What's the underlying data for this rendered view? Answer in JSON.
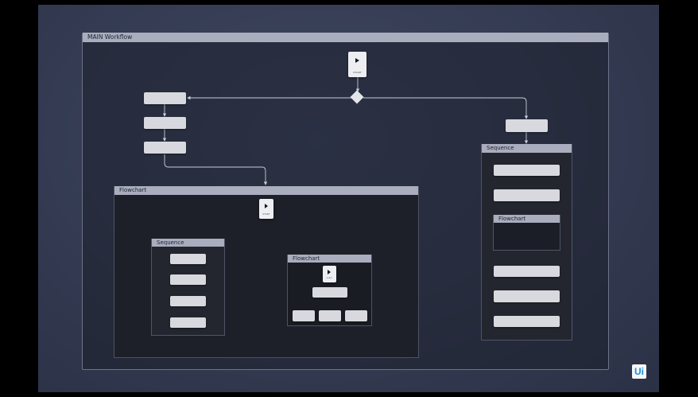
{
  "main": {
    "title": "MAIN Workflow"
  },
  "start_label": "START",
  "flowchart_outer": {
    "title": "Flowchart"
  },
  "sequence_left": {
    "title": "Sequence"
  },
  "flowchart_inner": {
    "title": "Flowchart"
  },
  "sequence_right": {
    "title": "Sequence"
  },
  "flowchart_nested_right": {
    "title": "Flowchart"
  },
  "logo": {
    "text": "Ui",
    "color": "#1f8ad8"
  },
  "colors": {
    "background": "#343b52",
    "header": "#a9adbd",
    "activity": "#d8d9de",
    "wire": "#c9ccd6"
  }
}
